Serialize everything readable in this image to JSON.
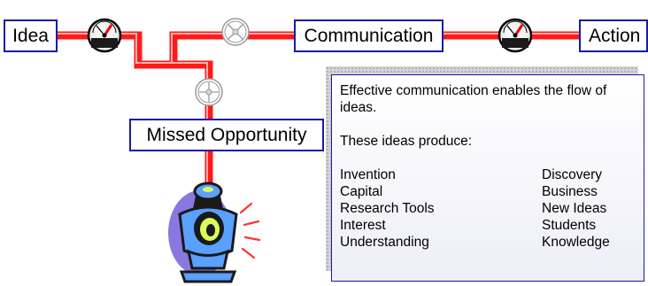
{
  "nodes": {
    "idea": "Idea",
    "communication": "Communication",
    "action": "Action",
    "missed": "Missed Opportunity"
  },
  "panel": {
    "intro": "Effective communication enables the flow of ideas.",
    "lead": "These ideas produce:",
    "items": [
      [
        "Invention",
        "Discovery"
      ],
      [
        "Capital",
        "Business"
      ],
      [
        "Research Tools",
        "New Ideas"
      ],
      [
        "Interest",
        "Students"
      ],
      [
        "Understanding",
        "Knowledge"
      ]
    ]
  },
  "colors": {
    "pipe": "#ff1a1a",
    "pipe_highlight": "#ffb0b0",
    "box_border": "#1a1aa8",
    "toilet_bowl": "#5aa0ff",
    "toilet_shadow": "#8a78e0",
    "toilet_lid": "#d9ff5a"
  },
  "icons": [
    "gauge-icon",
    "valve-icon",
    "toilet-icon"
  ]
}
